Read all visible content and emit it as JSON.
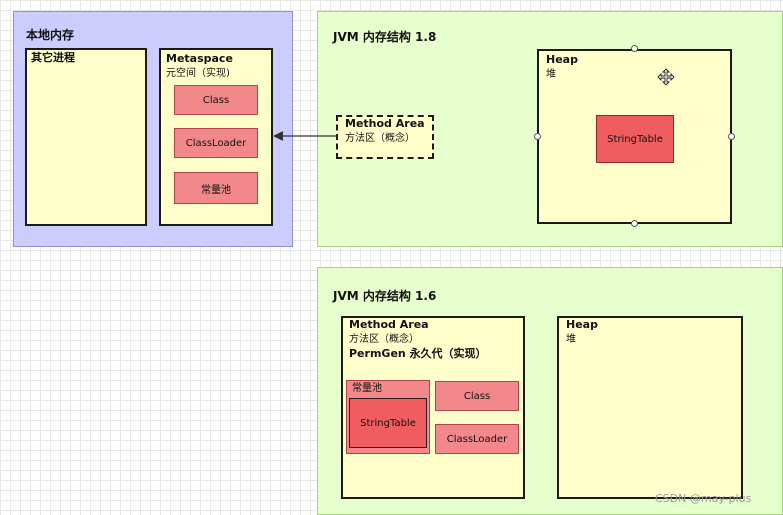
{
  "native": {
    "title": "本地内存",
    "other_process": "其它进程",
    "metaspace_title": "Metaspace",
    "metaspace_sub": "元空间（实现)",
    "class": "Class",
    "classloader": "ClassLoader",
    "constant_pool": "常量池"
  },
  "jvm18": {
    "title": "JVM 内存结构 1.8",
    "method_area_title": "Method Area",
    "method_area_sub": "方法区（概念）",
    "heap_title": "Heap",
    "heap_sub": "堆",
    "string_table": "StringTable"
  },
  "jvm16": {
    "title": "JVM 内存结构 1.6",
    "method_area_title": "Method Area",
    "method_area_sub": "方法区（概念）",
    "permgen": "PermGen 永久代（实现）",
    "constant_pool": "常量池",
    "string_table": "StringTable",
    "class": "Class",
    "classloader": "ClassLoader",
    "heap_title": "Heap",
    "heap_sub": "堆"
  },
  "watermark": "CSDN @may-plus"
}
